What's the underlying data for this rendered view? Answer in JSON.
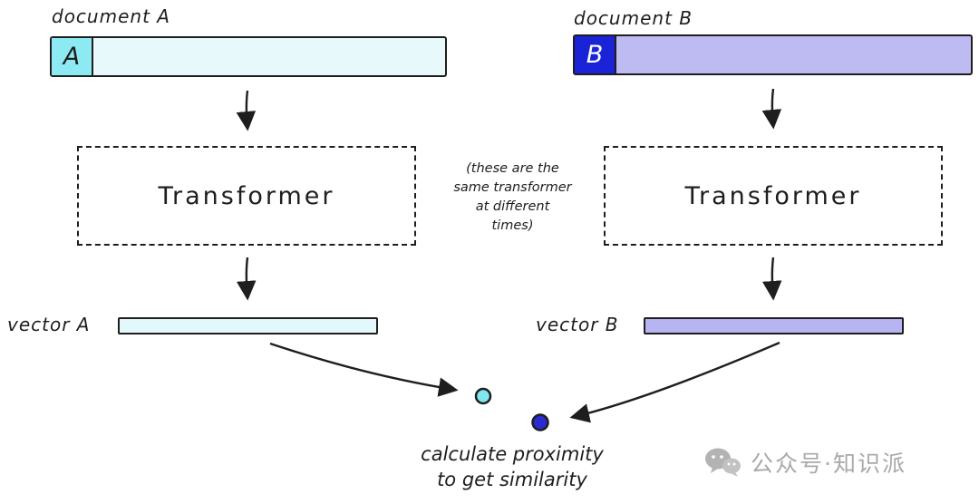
{
  "doc_a": {
    "label": "document A",
    "tag": "A"
  },
  "doc_b": {
    "label": "document B",
    "tag": "B"
  },
  "transformer_left": {
    "label": "Transformer"
  },
  "transformer_right": {
    "label": "Transformer"
  },
  "note": "(these are the\nsame transformer\nat different\ntimes)",
  "vector_a": {
    "label": "vector A"
  },
  "vector_b": {
    "label": "vector B"
  },
  "caption": "calculate proximity\nto get similarity",
  "watermark": {
    "text": "公众号·知识派"
  },
  "colors": {
    "ink": "#1e1e1e",
    "doc_a_tag_fill": "#8deaf3",
    "doc_a_body_fill": "#e8f9fc",
    "doc_b_tag_fill": "#1a23d6",
    "doc_b_body_fill": "#bdbbf2",
    "vector_a_fill": "#e3f8fb",
    "vector_b_fill": "#b6b4f1",
    "dot_a_fill": "#7fe7f0",
    "dot_b_fill": "#2a2ad0",
    "watermark_gray": "#a9a9a9"
  }
}
